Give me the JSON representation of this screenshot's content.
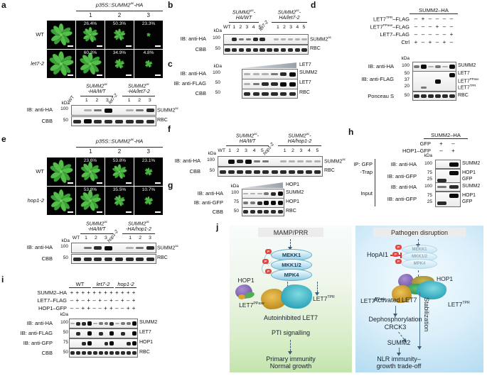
{
  "units": {
    "kda": "kDa"
  },
  "a": {
    "label": "a",
    "construct": "p35S::SUMM2<sup>ac</sup>-HA",
    "cols": "1 2 3",
    "row1_name": "WT",
    "row2_name": "let7-2",
    "tiles": {
      "r1": [
        {
          "pct": "",
          "size": 0.9
        },
        {
          "pct": "26.4%",
          "size": 0.62
        },
        {
          "pct": "50.3%",
          "size": 0.48
        },
        {
          "pct": "23.3%",
          "size": 0.16
        }
      ],
      "r2": [
        {
          "pct": "",
          "size": 1.0
        },
        {
          "pct": "60.3%",
          "size": 0.9
        },
        {
          "pct": "34.9%",
          "size": 0.4
        },
        {
          "pct": "4.8%",
          "size": 0.3
        }
      ]
    },
    "g1": "SUMM2<sup>ac</sup><br>-HA/WT",
    "g2": "SUMM2<sup>ac</sup><br>-HA/let7-2",
    "lanes": [
      {
        "t": "WT",
        "rot": 1
      },
      {
        "t": "1"
      },
      {
        "t": "2"
      },
      {
        "t": "3"
      },
      {
        "t": "let7-2",
        "rot": 1,
        "it": 1
      },
      {
        "t": "1"
      },
      {
        "t": "2"
      },
      {
        "t": "3"
      }
    ],
    "r1": {
      "ab": "IB: anti-HA",
      "mk": "100",
      "bands": [
        0,
        1,
        2,
        4,
        0,
        1,
        2,
        3
      ],
      "rl": "SUMM2<sup>ac</sup>"
    },
    "r2": {
      "ab": "CBB",
      "mk": "50",
      "bands": [
        3,
        4,
        3,
        3,
        3,
        3,
        3,
        3
      ],
      "rl": "RBC"
    }
  },
  "b": {
    "label": "b",
    "g1": "SUMM2<sup>ac</sup>-<br>HA/WT",
    "g2": "SUMM2<sup>ac</sup>-<br>HA/let7-2",
    "lanes": [
      {
        "t": "WT"
      },
      {
        "t": "1"
      },
      {
        "t": "2"
      },
      {
        "t": "3"
      },
      {
        "t": "4"
      },
      {
        "t": "5"
      },
      {
        "t": "let7-2",
        "rot": 1,
        "it": 1
      },
      {
        "t": "1"
      },
      {
        "t": "2"
      },
      {
        "t": "3"
      },
      {
        "t": "4"
      },
      {
        "t": "5"
      }
    ],
    "r1": {
      "ab": "IB: anti-HA",
      "mk": "100",
      "bands": [
        0,
        3,
        2,
        2,
        3,
        3,
        0,
        1,
        1,
        1,
        1,
        1
      ],
      "rl": "SUMM2<sup>ac</sup>"
    },
    "r2": {
      "ab": "CBB",
      "mk": "50",
      "bands": [
        3,
        3,
        3,
        3,
        3,
        3,
        3,
        3,
        3,
        3,
        3,
        3
      ],
      "rl": "RBC"
    }
  },
  "c": {
    "label": "c",
    "grad": "LET7",
    "r1": {
      "ab": "IB: anti-HA",
      "mk": "100",
      "bands": [
        1,
        1,
        1,
        2,
        3,
        4
      ],
      "rl": "SUMM2"
    },
    "r2": {
      "ab": "IB: anti-FLAG",
      "mk": "50",
      "bands": [
        1,
        2,
        3,
        3,
        4,
        4
      ],
      "rl": "LET7"
    },
    "r3": {
      "ab": "CBB",
      "mk": "50",
      "bands": [
        3,
        3,
        3,
        3,
        3,
        3
      ],
      "rl": "RBC"
    }
  },
  "d": {
    "label": "d",
    "hdr": "SUMM2–HA",
    "rows": [
      {
        "lab": "LET7<sup>TPR</sup>–FLAG",
        "pm": "– + – – – –"
      },
      {
        "lab": "LET7<sup>PPase</sup>–FLAG",
        "pm": "– – – + – –"
      },
      {
        "lab": "LET7–FLAG",
        "pm": "– – – – – +"
      },
      {
        "lab": "Ctrl",
        "pm": "+ – + – + –"
      }
    ],
    "ha": {
      "ab": "IB: anti-HA",
      "mk": "100",
      "bands": [
        2,
        4,
        1,
        2,
        1,
        4
      ],
      "rl": "SUMM2"
    },
    "flag": {
      "ab": "IB: anti-FLAG",
      "mk50": "50",
      "mk37": "37",
      "mk20": "20",
      "b50": [
        0,
        0,
        0,
        0,
        0,
        4
      ],
      "b37": [
        0,
        0,
        0,
        4,
        0,
        0
      ],
      "b20": [
        0,
        2,
        0,
        0,
        0,
        0
      ],
      "rl50": "LET7",
      "rl37": "LET7<sup>PPase</sup>",
      "rl20": "LET7<sup>TPR</sup>"
    },
    "pon": {
      "ab": "Ponceau S",
      "mk": "50",
      "bands": [
        3,
        3,
        3,
        3,
        3,
        3
      ],
      "rl": "RBC"
    }
  },
  "e": {
    "label": "e",
    "construct": "p35S::SUMM2<sup>ac</sup>-HA",
    "cols": "1 2 3",
    "row1_name": "WT",
    "row2_name": "hop1-2",
    "tiles": {
      "r1": [
        {
          "pct": "",
          "size": 0.95
        },
        {
          "pct": "23.6%",
          "size": 0.8
        },
        {
          "pct": "53.8%",
          "size": 0.6
        },
        {
          "pct": "23.1%",
          "size": 0.32
        }
      ],
      "r2": [
        {
          "pct": "",
          "size": 0.9
        },
        {
          "pct": "53.8%",
          "size": 0.85
        },
        {
          "pct": "35.5%",
          "size": 0.45
        },
        {
          "pct": "10.7%",
          "size": 0.35
        }
      ]
    },
    "g1": "SUMM2<sup>ac</sup><br>-HA/WT",
    "g2": "SUMM2<sup>ac</sup><br>-HA/hop1-2",
    "lanes": [
      {
        "t": "WT"
      },
      {
        "t": "1"
      },
      {
        "t": "2"
      },
      {
        "t": "3"
      },
      {
        "t": "hop1-2",
        "rot": 1,
        "it": 1
      },
      {
        "t": "1"
      },
      {
        "t": "2"
      },
      {
        "t": "3"
      }
    ],
    "r1": {
      "ab": "IB: anti-HA",
      "mk": "100",
      "bands": [
        0,
        2,
        3,
        4,
        0,
        1,
        2,
        3
      ],
      "rl": "SUMM2<sup>ac</sup>"
    },
    "r2": {
      "ab": "CBB",
      "mk": "50",
      "bands": [
        3,
        3,
        3,
        3,
        3,
        3,
        3,
        3
      ],
      "rl": "RBC"
    }
  },
  "f": {
    "label": "f",
    "g1": "SUMM2<sup>ac</sup>-<br>HA/WT",
    "g2": "SUMM2<sup>ac</sup>-<br>HA/hop1-2",
    "lanes": [
      {
        "t": "WT"
      },
      {
        "t": "1"
      },
      {
        "t": "2"
      },
      {
        "t": "3"
      },
      {
        "t": "4"
      },
      {
        "t": "5"
      },
      {
        "t": "hop1-2",
        "rot": 1,
        "it": 1
      },
      {
        "t": "1"
      },
      {
        "t": "2"
      },
      {
        "t": "3"
      },
      {
        "t": "4"
      },
      {
        "t": "5"
      }
    ],
    "r1": {
      "ab": "IB: anti-HA",
      "mk": "100",
      "bands": [
        0,
        4,
        3,
        4,
        2,
        2,
        0,
        1,
        1,
        1,
        1,
        1
      ],
      "rl": "SUMM2<sup>ac</sup>"
    },
    "r2": {
      "ab": "CBB",
      "mk": "50",
      "bands": [
        3,
        3,
        3,
        3,
        3,
        3,
        3,
        3,
        3,
        3,
        3,
        3
      ],
      "rl": "RBC"
    }
  },
  "g": {
    "label": "g",
    "grad": "HOP1",
    "r1": {
      "ab": "IB: anti-HA",
      "mk": "100",
      "bands": [
        1,
        1,
        1,
        2,
        3,
        4
      ],
      "rl": "SUMM2"
    },
    "r2": {
      "ab": "IB: anti-GFP",
      "mk": "75",
      "bands": [
        2,
        2,
        3,
        4,
        4,
        4
      ],
      "rl": "HOP1"
    },
    "r3": {
      "ab": "CBB",
      "mk": "50",
      "bands": [
        3,
        3,
        3,
        3,
        3,
        3
      ],
      "rl": "RBC"
    }
  },
  "h": {
    "label": "h",
    "hdr": "SUMM2–HA",
    "pm1": {
      "lab": "GFP",
      "pm": "+ –"
    },
    "pm2": {
      "lab": "HOP1–GFP",
      "pm": "– +"
    },
    "ip_lab1": "IP: GFP",
    "ip_lab2": "-Trap",
    "input_lab": "Input",
    "ip_ha": {
      "ab": "IB: anti-HA",
      "mk": "100",
      "bands": [
        0,
        4
      ],
      "rl": "SUMM2"
    },
    "ip_gfp": {
      "ab": "IB: anti-GFP",
      "mk75": "75",
      "mk25": "25",
      "b75": [
        0,
        4
      ],
      "b25": [
        3,
        0
      ],
      "rl75": "HOP1",
      "rl25": "GFP"
    },
    "in_ha": {
      "ab": "IB: anti-HA",
      "mk": "100",
      "bands": [
        2,
        3
      ],
      "rl": "SUMM2"
    },
    "in_gfp": {
      "ab": "IB: anti-GFP",
      "mk75": "75",
      "mk25": "25",
      "b75": [
        0,
        4
      ],
      "b25": [
        3,
        0
      ],
      "rl75": "HOP1",
      "rl25": "GFP"
    }
  },
  "i": {
    "label": "i",
    "groups": [
      {
        "t": "WT"
      },
      {
        "t": "let7-2"
      },
      {
        "t": "hop1-2"
      }
    ],
    "pm_rows": [
      {
        "lab": "SUMM2–HA",
        "pm": "+ + + + + + + + + + + +"
      },
      {
        "lab": "LET7–FLAG",
        "pm": "– + – + – + – + – + – +"
      },
      {
        "lab": "HOP1–GFP",
        "pm": "– – + + – – + + – – + +"
      }
    ],
    "r1": {
      "ab": "IB: anti-HA",
      "mk": "100",
      "bands": [
        1,
        3,
        3,
        4,
        1,
        2,
        2,
        3,
        1,
        2,
        2,
        4
      ],
      "rl": "SUMM2"
    },
    "r2": {
      "ab": "IB: anti-FLAG",
      "mk": "50",
      "bands": [
        0,
        3,
        0,
        4,
        0,
        3,
        0,
        4,
        0,
        3,
        0,
        4
      ],
      "rl": "LET7"
    },
    "r3": {
      "ab": "IB: anti-GFP",
      "mk": "75",
      "bands": [
        0,
        0,
        3,
        4,
        0,
        0,
        3,
        4,
        0,
        0,
        3,
        4
      ],
      "rl": "HOP1"
    },
    "r4": {
      "ab": "CBB",
      "mk": "50",
      "bands": [
        3,
        3,
        3,
        3,
        3,
        3,
        3,
        3,
        3,
        3,
        3,
        3
      ],
      "rl": "RBC"
    }
  },
  "j": {
    "label": "j",
    "p_badge": "P",
    "left": {
      "header": "MAMP/PRR",
      "kinases": [
        "MEKK1",
        "MKK1/2",
        "MPK4"
      ],
      "hop1": "HOP1",
      "ppase": "LET7<sup>PPase</sup>",
      "tpr": "LET7<sup>TPR</sup>",
      "autoinhibited": "Autoinhibited LET7",
      "pti": "PTI signalling",
      "primary": "Primary immunity",
      "growth": "Normal growth"
    },
    "right": {
      "header": "Pathogen disruption",
      "hopai1": "HopAI1",
      "hop1": "HOP1",
      "ppase": "LET7<sup>PPase</sup>",
      "tpr": "LET7<sup>TPR</sup>",
      "activated": "Activated LET7",
      "dephos": "Dephosphorylation",
      "crck3": "CRCK3",
      "stabilization": "Stabilization",
      "summ2": "SUMM2",
      "nlr1": "NLR immunity–",
      "nlr2": "growth trade-off"
    },
    "colors": {
      "badge": "#e8453c",
      "oval_border": "#66aecd",
      "arrow": "#3f5d74",
      "inhibit": "#d9352b",
      "header_bg": "#ececec",
      "left_bg": "#c3e4ad",
      "right_bg": "#b4dcf1"
    }
  }
}
